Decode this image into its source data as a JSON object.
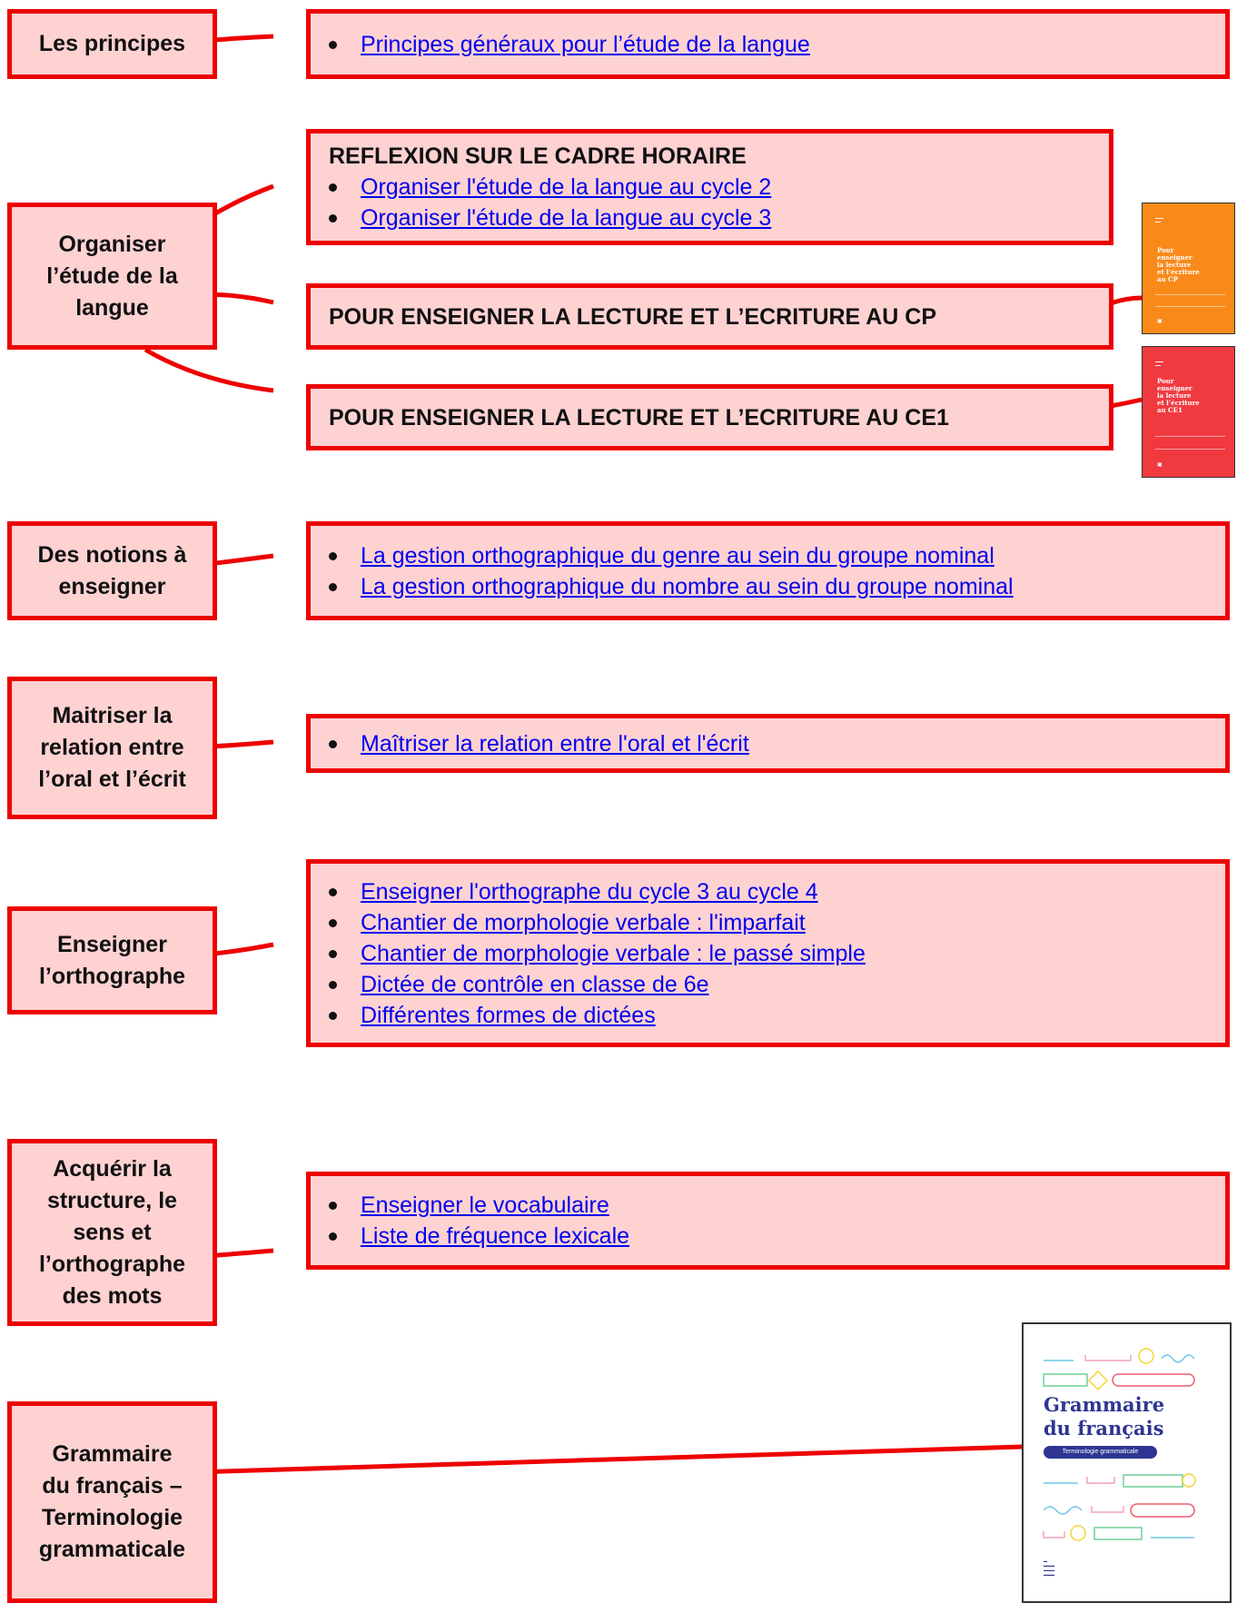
{
  "sections": {
    "principes": {
      "label": [
        "Les principes"
      ],
      "links": [
        "Principes généraux pour l’étude de la langue"
      ]
    },
    "organiser": {
      "label": [
        "Organiser",
        "l’étude de la",
        "langue"
      ],
      "horaire_heading": "REFLEXION SUR LE CADRE HORAIRE",
      "horaire_links": [
        "Organiser l'étude de la langue au cycle 2",
        "Organiser l'étude de la langue au cycle 3"
      ],
      "cp_banner": "POUR ENSEIGNER LA LECTURE ET L’ECRITURE AU CP",
      "ce1_banner": "POUR ENSEIGNER LA LECTURE ET L’ECRITURE AU CE1"
    },
    "notions": {
      "label": [
        "Des notions à",
        "enseigner"
      ],
      "links": [
        "La gestion orthographique du genre au sein du groupe nominal",
        "La gestion orthographique du nombre au sein du groupe nominal"
      ]
    },
    "relation": {
      "label": [
        "Maitriser la",
        "relation entre",
        "l’oral et l’écrit"
      ],
      "links": [
        "Maîtriser la relation entre l'oral et l'écrit"
      ]
    },
    "orthographe": {
      "label": [
        "Enseigner",
        "l’orthographe"
      ],
      "links": [
        "Enseigner l'orthographe du cycle 3 au cycle 4",
        "Chantier de morphologie verbale : l'imparfait",
        "Chantier de morphologie verbale : le passé simple",
        "Dictée de contrôle en classe de 6e",
        "Différentes formes de dictées"
      ]
    },
    "mots": {
      "label": [
        "Acquérir la",
        "structure, le",
        "sens et",
        "l’orthographe",
        "des mots"
      ],
      "links": [
        "Enseigner le vocabulaire",
        "Liste de fréquence lexicale"
      ]
    },
    "grammaire": {
      "label": [
        "Grammaire",
        "du français –",
        "Terminologie",
        "grammaticale"
      ]
    }
  },
  "covers": {
    "cp": {
      "title": [
        "Pour",
        "enseigner",
        "la lecture",
        "et l’écriture",
        "au CP"
      ],
      "color": "#f98a1a"
    },
    "ce1": {
      "title": [
        "Pour",
        "enseigner",
        "la lecture",
        "et l’écriture",
        "au CE1"
      ],
      "color": "#f03a40"
    },
    "grammaire": {
      "title": [
        "Grammaire",
        "du français"
      ],
      "pill": "Terminologie grammaticale"
    }
  },
  "colors": {
    "border": "#ee0000",
    "fill": "#ffd2d2",
    "link": "#0000ee"
  }
}
